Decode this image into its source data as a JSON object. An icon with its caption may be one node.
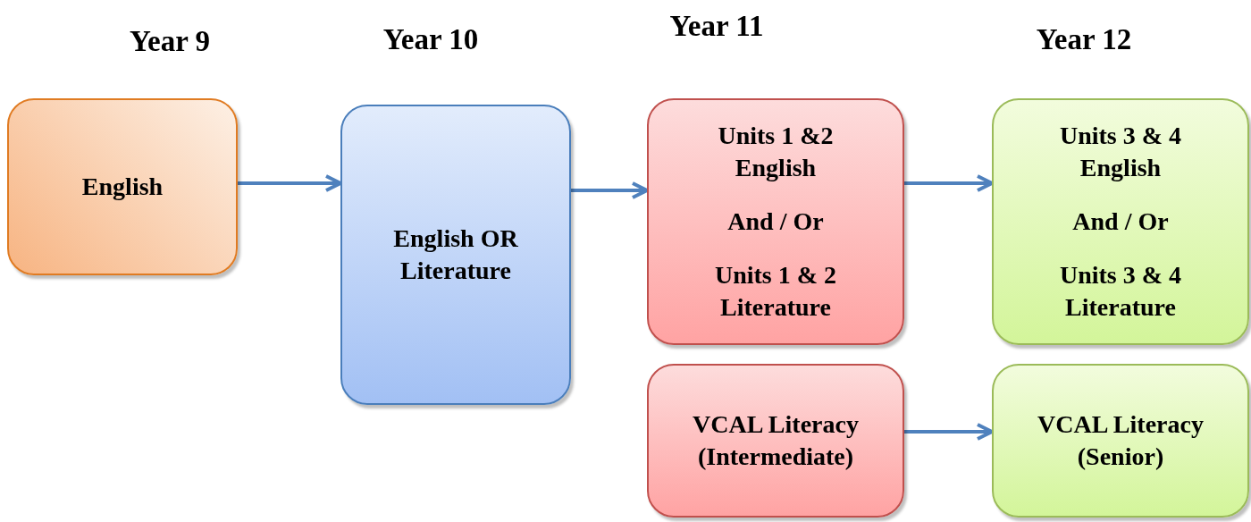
{
  "diagram": {
    "nodes": [
      {
        "text": [
          "English"
        ]
      },
      {
        "text": [
          "English OR Literature"
        ]
      },
      {
        "text": [
          "Units 1 &2 English",
          "And / Or",
          "Units 1 & 2 Literature"
        ]
      },
      {
        "text": [
          "Units 3 & 4 English",
          "And / Or",
          "Units 3 & 4 Literature"
        ]
      },
      {
        "text": [
          "VCAL Literacy (Intermediate)"
        ]
      },
      {
        "text": [
          "VCAL Literacy (Senior)"
        ]
      }
    ],
    "edges": [
      {
        "from": 0,
        "to": 1,
        "arrow": "to"
      },
      {
        "from": 1,
        "to": 2,
        "arrow": "to"
      },
      {
        "from": 2,
        "to": 3,
        "arrow": "to"
      },
      {
        "from": 4,
        "to": 5,
        "arrow": "to"
      }
    ],
    "labels": [
      "Year 9",
      "Year 10",
      "Year 11",
      "Year 12"
    ]
  }
}
